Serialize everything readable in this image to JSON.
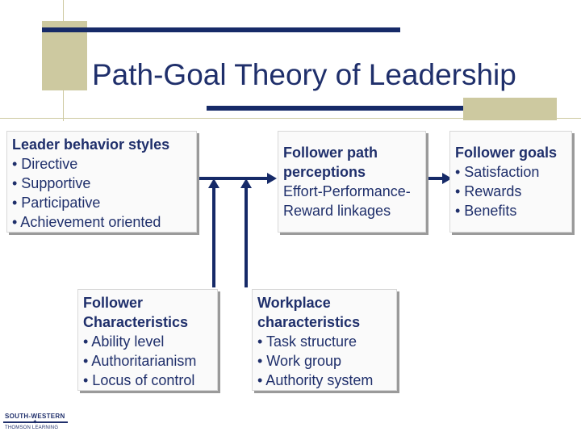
{
  "title": "Path-Goal Theory of Leadership",
  "leader_box": {
    "heading": "Leader behavior styles",
    "items": [
      "• Directive",
      "• Supportive",
      "• Participative",
      "• Achievement oriented"
    ]
  },
  "perceptions_box": {
    "heading_line1": "Follower path",
    "heading_line2": "perceptions",
    "items": [
      "Effort-Performance-",
      "Reward linkages"
    ]
  },
  "goals_box": {
    "heading": "Follower goals",
    "items": [
      "• Satisfaction",
      "• Rewards",
      "• Benefits"
    ]
  },
  "follower_box": {
    "heading_line1": "Follower",
    "heading_line2": "Characteristics",
    "items": [
      "• Ability level",
      "• Authoritarianism",
      "• Locus of control"
    ]
  },
  "workplace_box": {
    "heading_line1": "Workplace",
    "heading_line2": "characteristics",
    "items": [
      "• Task structure",
      "• Work group",
      "• Authority system"
    ]
  },
  "logo": {
    "line1": "SOUTH-WESTERN",
    "line2": "THOMSON LEARNING"
  },
  "colors": {
    "accent_dark": "#162a68",
    "accent_tan": "#cdc9a0",
    "text": "#1f2f6b"
  }
}
